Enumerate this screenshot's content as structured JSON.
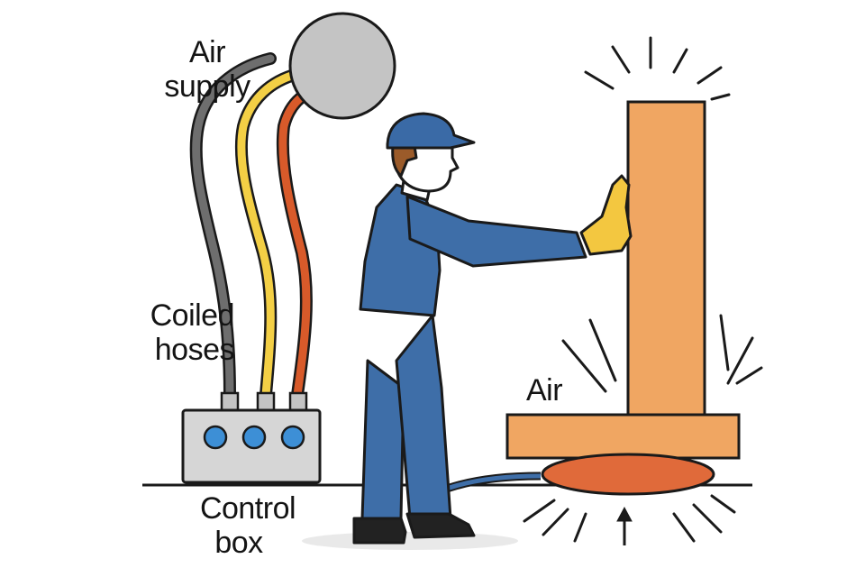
{
  "labels": {
    "air_supply": [
      "Air",
      "supply"
    ],
    "coiled_hoses": [
      "Coiled",
      "hoses"
    ],
    "control_box": [
      "Control",
      "box"
    ],
    "air": "Air"
  },
  "colors": {
    "outline": "#1a1a1a",
    "tank": "#c4c4c4",
    "hose_gray": "#6e6e6e",
    "hose_yellow": "#f3cf45",
    "hose_orange": "#d85a2a",
    "box": "#d6d6d6",
    "button": "#3d8fd6",
    "uniform": "#3e6ea8",
    "cap": "#3a6aa6",
    "skin": "#ffffff",
    "hair": "#9b5b2a",
    "glove": "#f3c740",
    "column": "#f0a662",
    "air_cushion": "#e06a3a",
    "floor_shadow": "#e9e9e9",
    "boot": "#222222"
  },
  "icons": [
    "air-tank-icon",
    "hose-icon",
    "control-box-icon",
    "worker-figure",
    "column-icon",
    "air-cushion-icon",
    "up-arrow-icon",
    "motion-lines-icon"
  ]
}
